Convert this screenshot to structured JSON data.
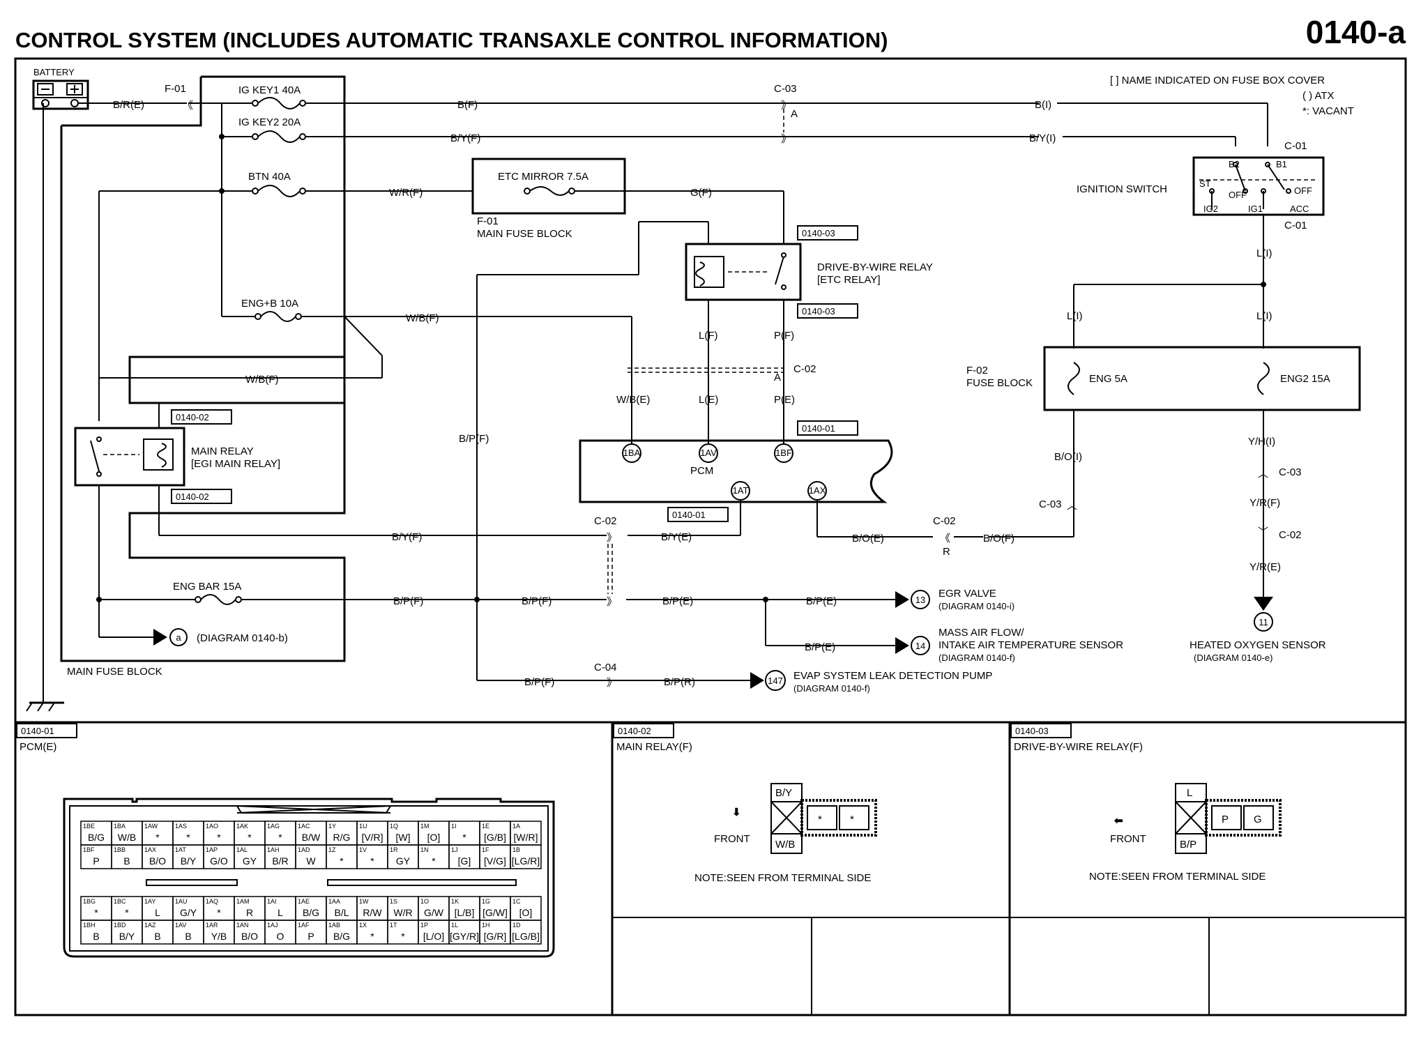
{
  "header": {
    "title": "CONTROL SYSTEM (INCLUDES AUTOMATIC TRANSAXLE CONTROL INFORMATION)",
    "page": "0140-a"
  },
  "legend": {
    "line1": "[ ] NAME INDICATED ON FUSE BOX COVER",
    "line2": "( ) ATX",
    "line3": "*: VACANT"
  },
  "components": {
    "battery": "BATTERY",
    "f01": "F-01",
    "ig_key1": "IG KEY1 40A",
    "ig_key2": "IG KEY2 20A",
    "btn": "BTN 40A",
    "eng_b": "ENG+B 10A",
    "eng_bar": "ENG BAR 15A",
    "main_fuse_block": "MAIN FUSE BLOCK",
    "etc_mirror": "ETC MIRROR 7.5A",
    "f01_main_fuse_block_1": "F-01",
    "f01_main_fuse_block_2": "MAIN FUSE BLOCK",
    "dbw_relay_1": "DRIVE-BY-WIRE RELAY",
    "dbw_relay_2": "[ETC RELAY]",
    "main_relay_1": "MAIN RELAY",
    "main_relay_2": "[EGI MAIN RELAY]",
    "pcm": "PCM",
    "ignition_switch": "IGNITION SWITCH",
    "f02_1": "F-02",
    "f02_2": "FUSE BLOCK",
    "eng5a": "ENG 5A",
    "eng2_15a": "ENG2 15A",
    "egr_valve": "EGR VALVE",
    "egr_diag": "(DIAGRAM 0140-i)",
    "maf_1": "MASS AIR FLOW/",
    "maf_2": "INTAKE AIR TEMPERATURE SENSOR",
    "maf_diag": "(DIAGRAM 0140-f)",
    "evap": "EVAP SYSTEM LEAK DETECTION PUMP",
    "evap_diag": "(DIAGRAM 0140-f)",
    "ho2s": "HEATED OXYGEN SENSOR",
    "ho2s_diag": "(DIAGRAM 0140-e)",
    "diag_b": "(DIAGRAM 0140-b)"
  },
  "wires": {
    "br_e": "B/R(E)",
    "b_f": "B(F)",
    "b_i": "B(I)",
    "by_f_top": "B/Y(F)",
    "by_i": "B/Y(I)",
    "wr_f": "W/R(F)",
    "g_f": "G(F)",
    "wb_f": "W/B(F)",
    "wb_f2": "W/B(F)",
    "l_f": "L(F)",
    "p_f": "P(F)",
    "wb_e": "W/B(E)",
    "l_e": "L(E)",
    "p_e": "P(E)",
    "bp_f_left": "B/P(F)",
    "by_f_mid": "B/Y(F)",
    "by_e": "B/Y(E)",
    "bo_e": "B/O(E)",
    "bo_f": "B/O(F)",
    "bp_f_1": "B/P(F)",
    "bp_f_2": "B/P(F)",
    "bp_e_1": "B/P(E)",
    "bp_e_2": "B/P(E)",
    "bp_e_3": "B/P(E)",
    "bp_f_3": "B/P(F)",
    "bp_r": "B/P(R)",
    "l_i_1": "L(I)",
    "l_i_2": "L(I)",
    "l_i_3": "L(I)",
    "bo_i": "B/O(I)",
    "yh_i": "Y/H(I)",
    "yr_f": "Y/R(F)",
    "yr_e": "Y/R(E)"
  },
  "connectors": {
    "c03_top": "C-03",
    "a_top": "A",
    "c01_top": "C-01",
    "c01_bot": "C-01",
    "c02_mid": "C-02",
    "a_mid": "A",
    "c02_by": "C-02",
    "c02_bo": "C-02",
    "r_bo": "R",
    "c03_right": "C-03",
    "c03_left": "C-03",
    "c02_right": "C-02",
    "c04": "C-04",
    "ref_0140_03_a": "0140-03",
    "ref_0140_03_b": "0140-03",
    "ref_0140_02_a": "0140-02",
    "ref_0140_02_b": "0140-02",
    "ref_0140_01_a": "0140-01",
    "ref_0140_01_b": "0140-01"
  },
  "switch_labels": {
    "b2": "B2",
    "b1": "B1",
    "st": "ST",
    "off1": "OFF",
    "off2": "OFF",
    "ig2": "IG2",
    "ig1": "IG1",
    "acc": "ACC"
  },
  "pins": {
    "p1ba": "1BA",
    "p1av": "1AV",
    "p1bf": "1BF",
    "p1at": "1AT",
    "p1ax": "1AX"
  },
  "terminals": {
    "a": "a",
    "t13": "13",
    "t14": "14",
    "t147": "147",
    "t11": "11"
  },
  "panels": {
    "p1_ref": "0140-01",
    "p1_name": "PCM(E)",
    "p2_ref": "0140-02",
    "p2_name": "MAIN RELAY(F)",
    "p3_ref": "0140-03",
    "p3_name": "DRIVE-BY-WIRE RELAY(F)",
    "front": "FRONT",
    "front2": "FRONT",
    "note": "NOTE:SEEN FROM TERMINAL SIDE",
    "note2": "NOTE:SEEN FROM TERMINAL SIDE",
    "mr_by": "B/Y",
    "mr_wb": "W/B",
    "mr_s1": "*",
    "mr_s2": "*",
    "dbw_l": "L",
    "dbw_bp": "B/P",
    "dbw_p": "P",
    "dbw_g": "G"
  },
  "pcm_connector": {
    "upper": [
      [
        [
          "1BE",
          "B/G"
        ],
        [
          "1BA",
          "W/B"
        ],
        [
          "1AW",
          "*"
        ],
        [
          "1AS",
          "*"
        ],
        [
          "1AO",
          "*"
        ],
        [
          "1AK",
          "*"
        ],
        [
          "1AG",
          "*"
        ],
        [
          "1AC",
          "B/W"
        ],
        [
          "1Y",
          "R/G"
        ],
        [
          "1U",
          "[V/R]"
        ],
        [
          "1Q",
          "[W]"
        ],
        [
          "1M",
          "[O]"
        ],
        [
          "1I",
          "*"
        ],
        [
          "1E",
          "[G/B]"
        ],
        [
          "1A",
          "[W/R]"
        ]
      ],
      [
        [
          "1BF",
          "P"
        ],
        [
          "1BB",
          "B"
        ],
        [
          "1AX",
          "B/O"
        ],
        [
          "1AT",
          "B/Y"
        ],
        [
          "1AP",
          "G/O"
        ],
        [
          "1AL",
          "GY"
        ],
        [
          "1AH",
          "B/R"
        ],
        [
          "1AD",
          "W"
        ],
        [
          "1Z",
          "*"
        ],
        [
          "1V",
          "*"
        ],
        [
          "1R",
          "GY"
        ],
        [
          "1N",
          "*"
        ],
        [
          "1J",
          "[G]"
        ],
        [
          "1F",
          "[V/G]"
        ],
        [
          "1B",
          "[LG/R]"
        ]
      ]
    ],
    "lower": [
      [
        [
          "1BG",
          "*"
        ],
        [
          "1BC",
          "*"
        ],
        [
          "1AY",
          "L"
        ],
        [
          "1AU",
          "G/Y"
        ],
        [
          "1AQ",
          "*"
        ],
        [
          "1AM",
          "R"
        ],
        [
          "1AI",
          "L"
        ],
        [
          "1AE",
          "B/G"
        ],
        [
          "1AA",
          "B/L"
        ],
        [
          "1W",
          "R/W"
        ],
        [
          "1S",
          "W/R"
        ],
        [
          "1O",
          "G/W"
        ],
        [
          "1K",
          "[L/B]"
        ],
        [
          "1G",
          "[G/W]"
        ],
        [
          "1C",
          "[O]"
        ]
      ],
      [
        [
          "1BH",
          "B"
        ],
        [
          "1BD",
          "B/Y"
        ],
        [
          "1AZ",
          "B"
        ],
        [
          "1AV",
          "B"
        ],
        [
          "1AR",
          "Y/B"
        ],
        [
          "1AN",
          "B/O"
        ],
        [
          "1AJ",
          "O"
        ],
        [
          "1AF",
          "P"
        ],
        [
          "1AB",
          "B/G"
        ],
        [
          "1X",
          "*"
        ],
        [
          "1T",
          "*"
        ],
        [
          "1P",
          "[L/O]"
        ],
        [
          "1L",
          "[GY/R]"
        ],
        [
          "1H",
          "[G/R]"
        ],
        [
          "1D",
          "[LG/B]"
        ]
      ]
    ]
  }
}
